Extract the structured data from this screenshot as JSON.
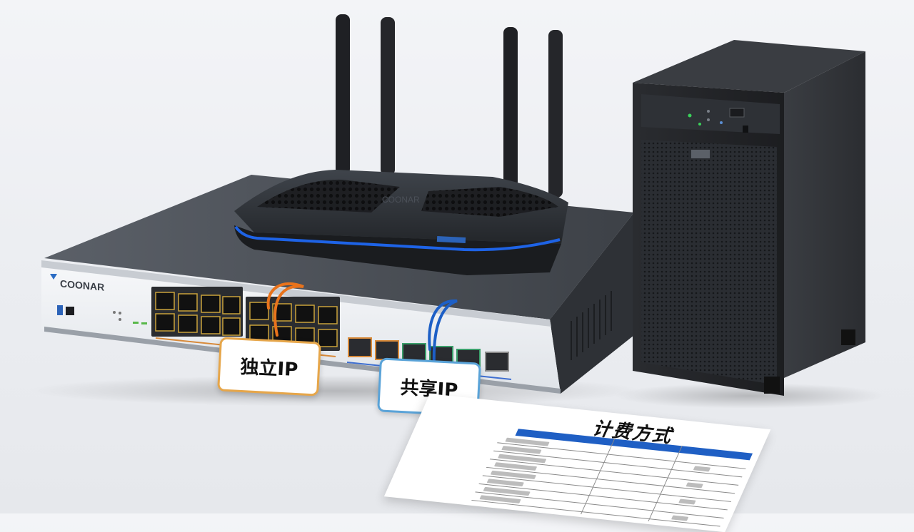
{
  "labels": {
    "dedicated_ip": "独立IP",
    "shared_ip": "共享IP",
    "billing_title": "计费方式"
  },
  "brand": {
    "switch_logo": "COONAR",
    "router_logo": "COONAR"
  },
  "colors": {
    "router_accent": "#1e63e6",
    "dedicated_cable": "#e8731c",
    "shared_cable": "#1d5fc6",
    "sheet_band": "#1f5fc4",
    "port_green": "#3a9e6a"
  },
  "icons": {
    "switch_logo_mark": "chevron-shield-icon",
    "router_logo_mark": "router-badge-icon"
  }
}
